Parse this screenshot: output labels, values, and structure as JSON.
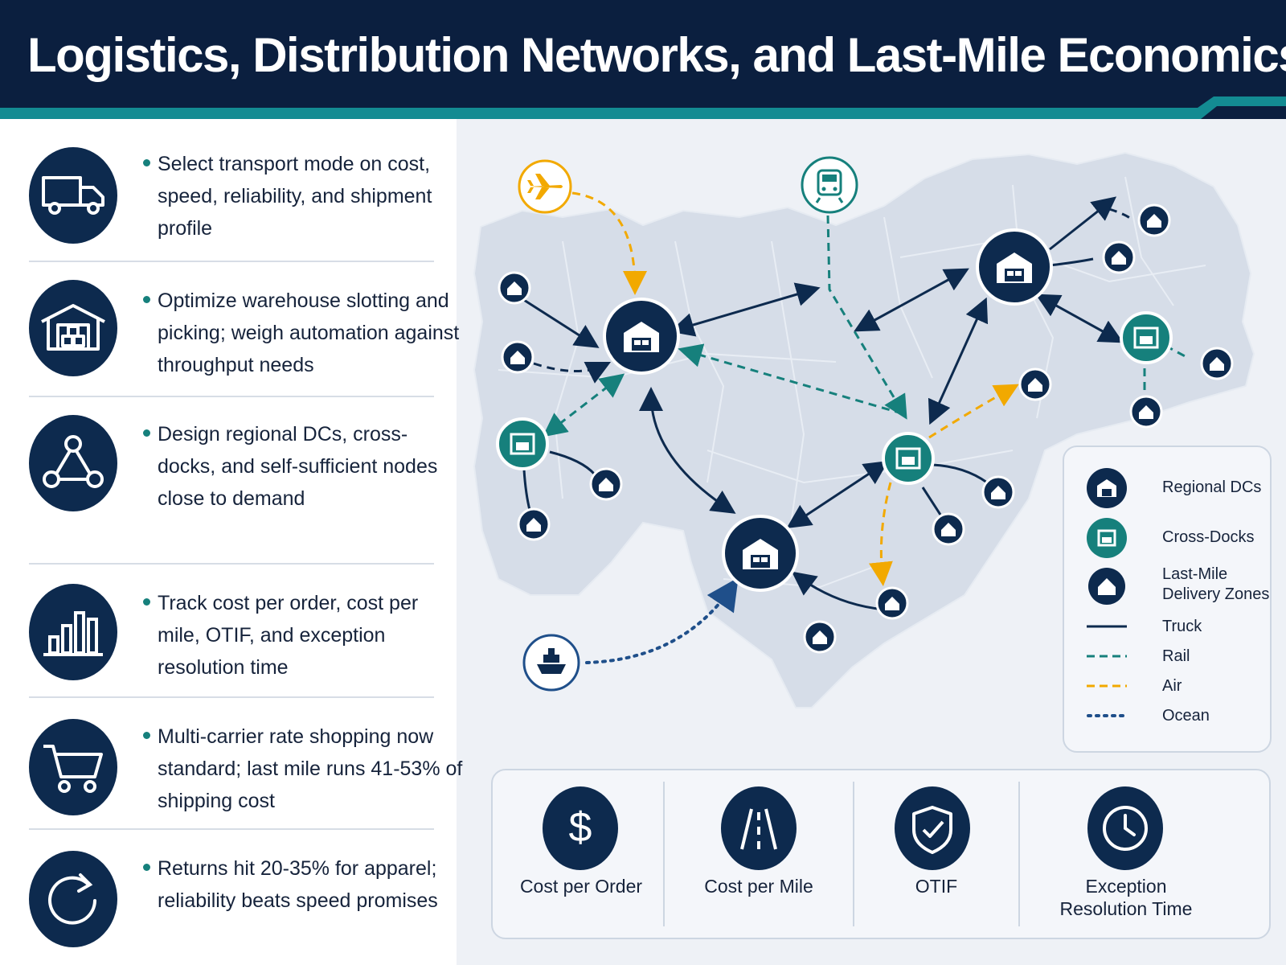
{
  "title": "Logistics, Distribution Networks, and Last-Mile Economics",
  "colors": {
    "navy": "#0d2a4e",
    "teal": "#16807c",
    "amber": "#f2a900",
    "ocean": "#1f4f8a",
    "header_bg": "#0b1f3f",
    "header_accent": "#138b92"
  },
  "left_items": [
    {
      "icon": "truck-icon",
      "text": "Select transport mode on cost, speed, reliability, and shipment profile"
    },
    {
      "icon": "warehouse-icon",
      "text": "Optimize warehouse slotting and picking; weigh automation against throughput needs"
    },
    {
      "icon": "network-triangle-icon",
      "text": "Design regional DCs, cross-docks, and self-sufficient nodes close to demand"
    },
    {
      "icon": "bar-chart-icon",
      "text": "Track cost per order, cost per mile, OTIF, and exception resolution time"
    },
    {
      "icon": "shopping-cart-icon",
      "text": "Multi-carrier rate shopping now standard; last mile runs 41-53% of shipping cost"
    },
    {
      "icon": "refresh-icon",
      "text": "Returns hit 20-35% for apparel; reliability beats speed promises"
    }
  ],
  "legend": {
    "regional_dcs": "Regional DCs",
    "cross_docks": "Cross-Docks",
    "last_mile_line1": "Last-Mile",
    "last_mile_line2": "Delivery Zones",
    "truck": "Truck",
    "rail": "Rail",
    "air": "Air",
    "ocean": "Ocean"
  },
  "kpis": [
    {
      "icon": "dollar-icon",
      "label": "Cost per Order"
    },
    {
      "icon": "road-icon",
      "label": "Cost per Mile"
    },
    {
      "icon": "shield-check-icon",
      "label": "OTIF"
    },
    {
      "icon": "clock-icon",
      "label_line1": "Exception",
      "label_line2": "Resolution Time"
    }
  ]
}
